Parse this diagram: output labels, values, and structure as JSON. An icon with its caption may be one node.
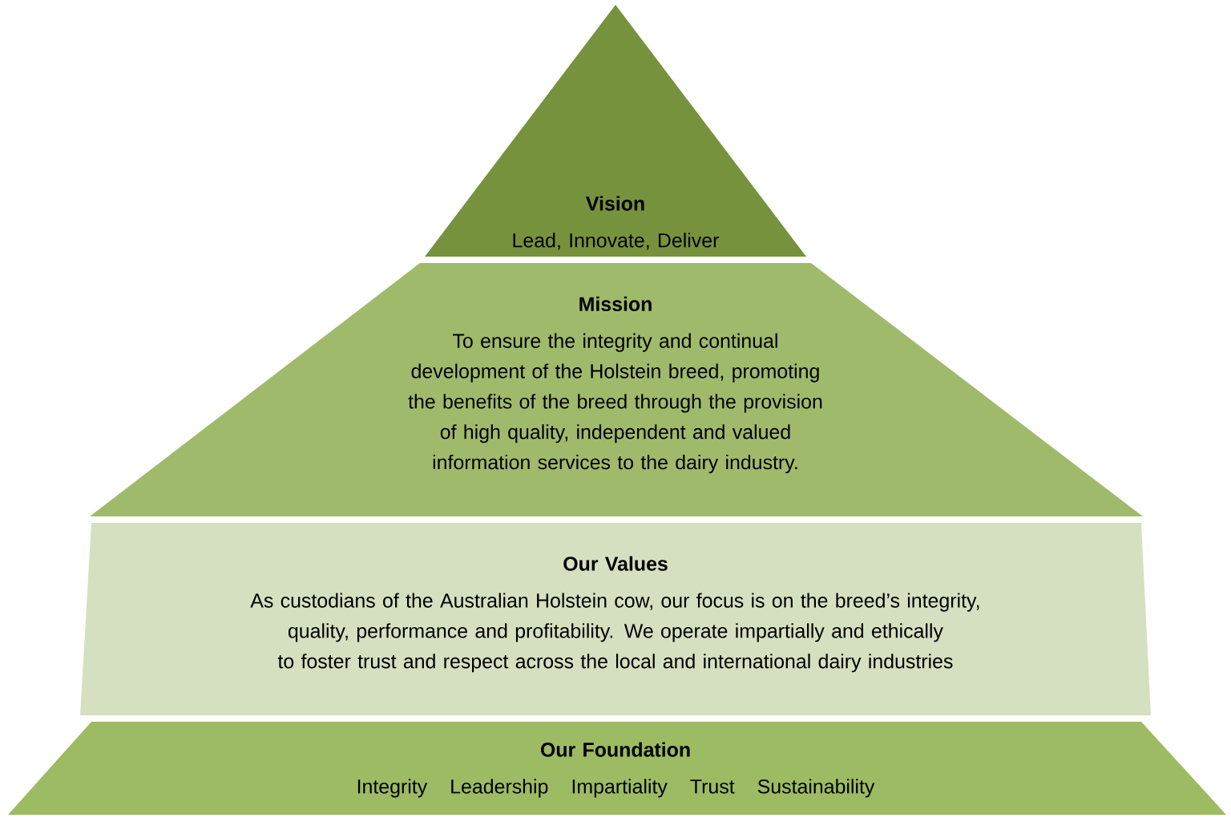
{
  "diagram": {
    "nodes": [
      {
        "text": [
          "Vision",
          "Lead, Innovate, Deliver"
        ]
      },
      {
        "text": [
          "Mission",
          "To ensure the integrity and continual development of the Holstein breed, promoting the benefits of the breed through the provision of high quality, independent and valued information services to the dairy industry."
        ]
      },
      {
        "text": [
          "Our Values",
          "As custodians of the Australian Holstein cow, our focus is on the breed’s integrity, quality, performance and profitability. We operate impartially and ethically to foster trust and respect across the local and international dairy industries"
        ]
      },
      {
        "text": [
          "Our Foundation",
          "Integrity",
          "Leadership",
          "Impartiality",
          "Trust",
          "Sustainability"
        ]
      }
    ]
  }
}
